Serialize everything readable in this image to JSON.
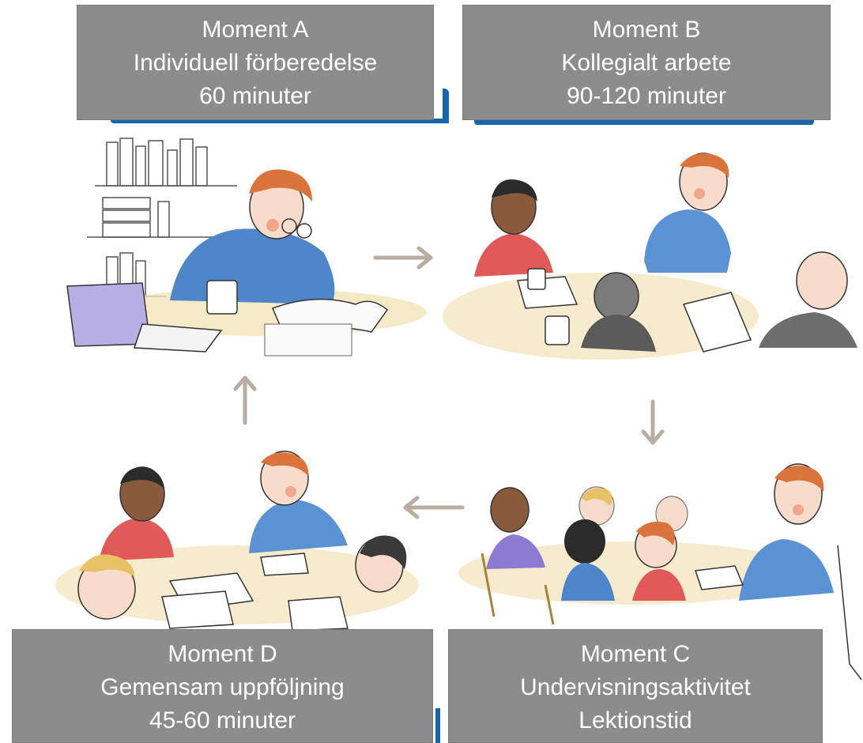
{
  "moments": {
    "a": {
      "title": "Moment A",
      "activity": "Individuell förberedelse",
      "duration": "60 minuter"
    },
    "b": {
      "title": "Moment B",
      "activity": "Kollegialt arbete",
      "duration": "90-120 minuter"
    },
    "c": {
      "title": "Moment C",
      "activity": "Undervisningsaktivitet",
      "duration": "Lektionstid"
    },
    "d": {
      "title": "Moment D",
      "activity": "Gemensam uppföljning",
      "duration": "45-60 minuter"
    }
  },
  "colors": {
    "label_bg": "#8c8c8c",
    "label_text": "#ffffff",
    "accent_line": "#1565a8",
    "arrow": "#b8ada0"
  },
  "icons": {
    "flow_arrows": [
      "arrow-right-icon",
      "arrow-down-icon",
      "arrow-left-icon",
      "arrow-up-icon"
    ]
  }
}
